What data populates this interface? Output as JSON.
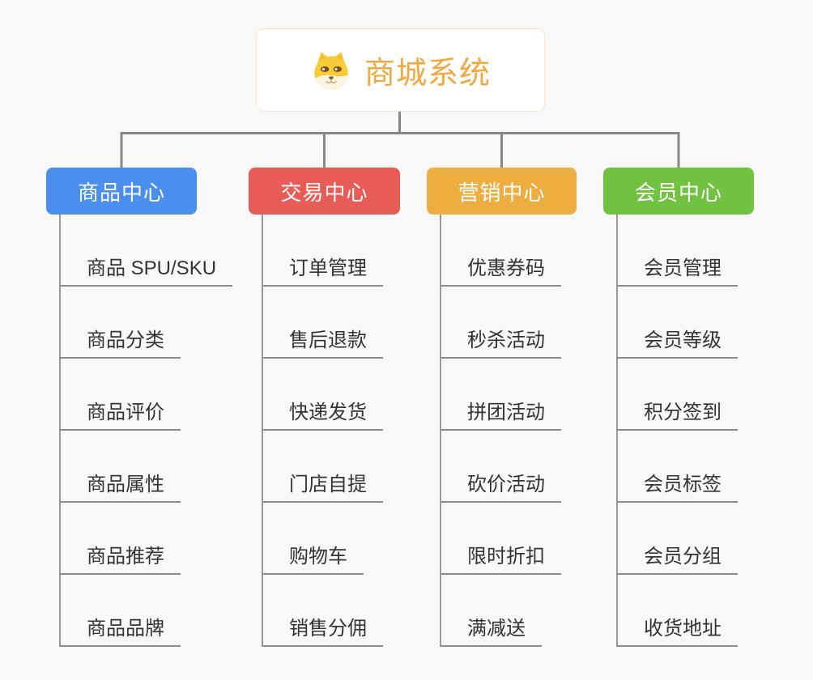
{
  "page": {
    "background_color": "#f8f8f8",
    "connector_color": "#878787",
    "underline_color": "#8c8c8c"
  },
  "root": {
    "title": "商城系统",
    "icon": "dog-face-icon",
    "text_color": "#efa940",
    "border_color": "#f3ca8d"
  },
  "branches": [
    {
      "label": "商品中心",
      "color": "#4a8ef0",
      "items": [
        "商品 SPU/SKU",
        "商品分类",
        "商品评价",
        "商品属性",
        "商品推荐",
        "商品品牌"
      ]
    },
    {
      "label": "交易中心",
      "color": "#e85c57",
      "items": [
        "订单管理",
        "售后退款",
        "快递发货",
        "门店自提",
        "购物车",
        "销售分佣"
      ]
    },
    {
      "label": "营销中心",
      "color": "#eead40",
      "items": [
        "优惠券码",
        "秒杀活动",
        "拼团活动",
        "砍价活动",
        "限时折扣",
        "满减送"
      ]
    },
    {
      "label": "会员中心",
      "color": "#72c242",
      "items": [
        "会员管理",
        "会员等级",
        "积分签到",
        "会员标签",
        "会员分组",
        "收货地址"
      ]
    }
  ]
}
